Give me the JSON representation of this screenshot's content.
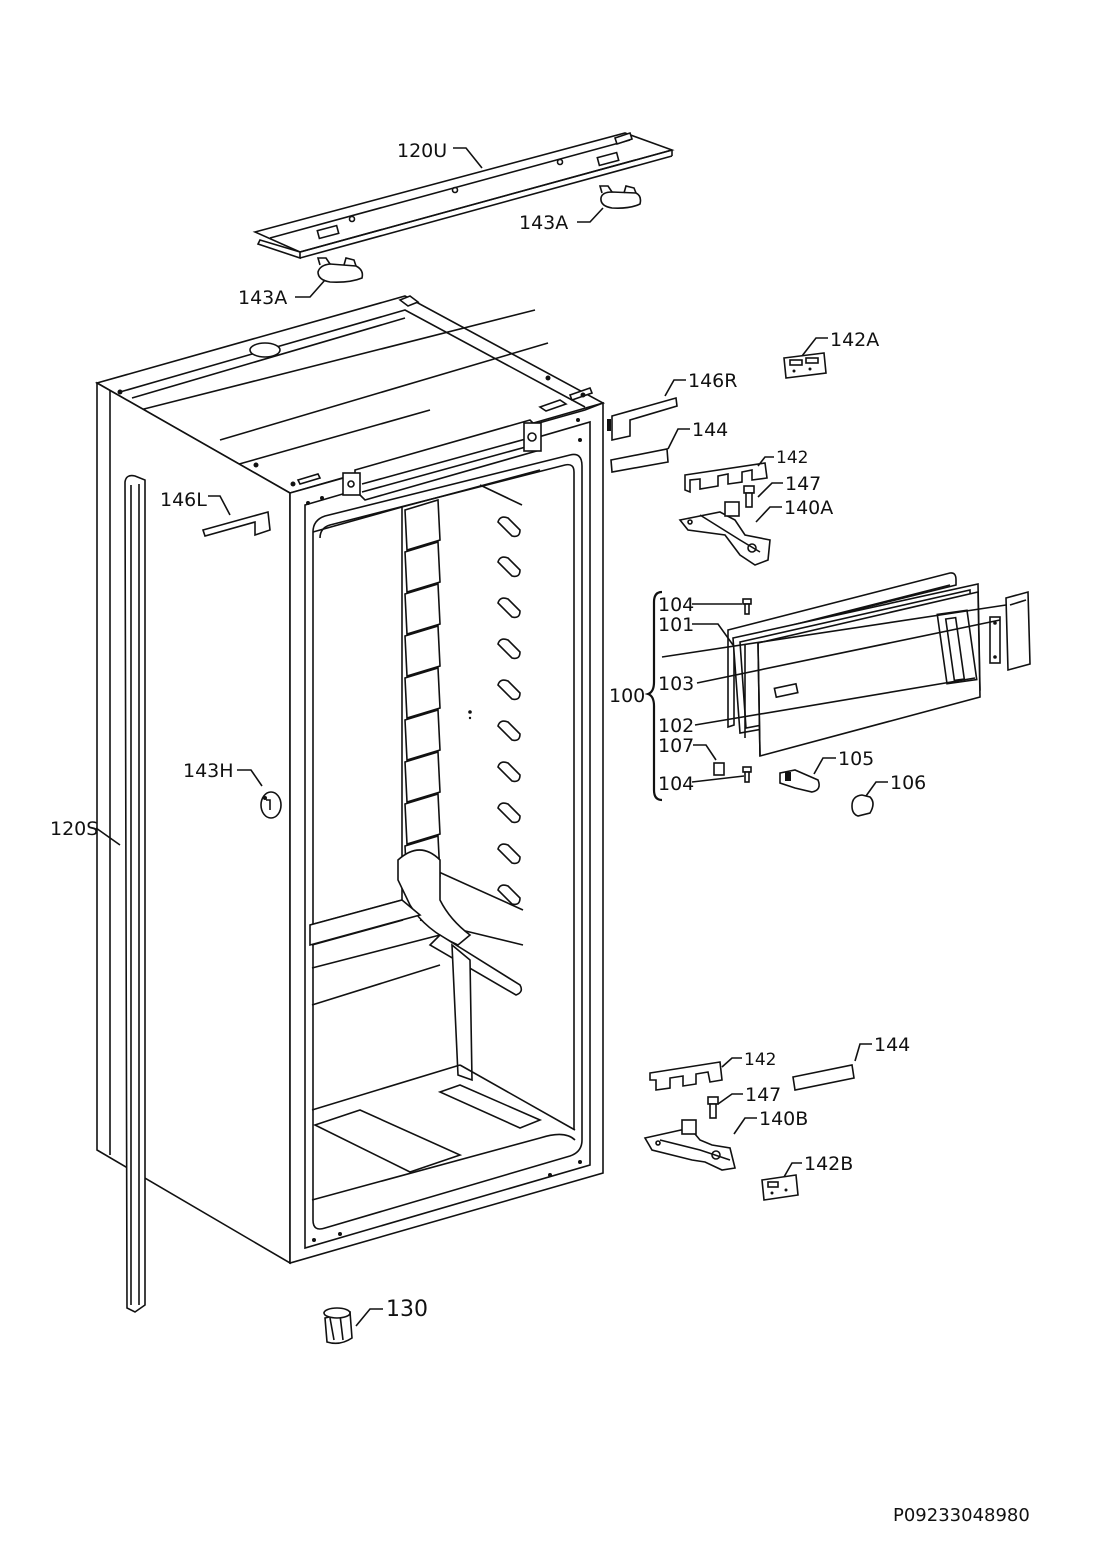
{
  "drawing": {
    "reference": "P09233048980",
    "callouts": {
      "c120U": "120U",
      "c143A_right": "143A",
      "c143A_left": "143A",
      "c142A": "142A",
      "c146R": "146R",
      "c144_top": "144",
      "c142_top": "142",
      "c147_top": "147",
      "c140A": "140A",
      "c146L": "146L",
      "c104_top": "104",
      "c101": "101",
      "c100": "100",
      "c103": "103",
      "c102": "102",
      "c107": "107",
      "c105": "105",
      "c104_bottom": "104",
      "c106": "106",
      "c143H": "143H",
      "c120S": "120S",
      "c142_bottom": "142",
      "c144_bottom": "144",
      "c147_bottom": "147",
      "c140B": "140B",
      "c142B": "142B",
      "c130": "130"
    }
  }
}
